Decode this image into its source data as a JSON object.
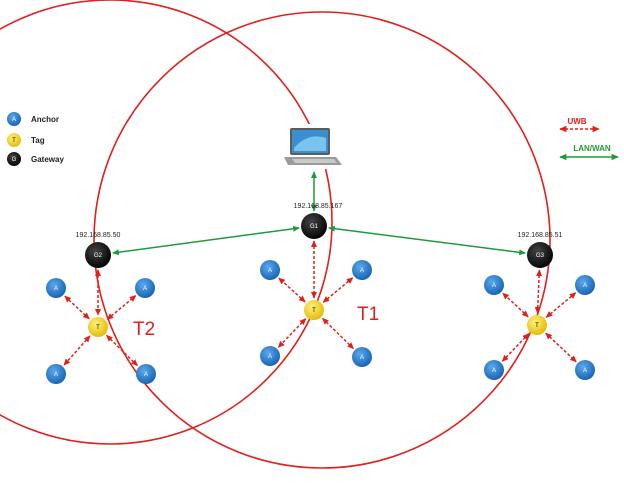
{
  "colors": {
    "range_circle": "#e0201c",
    "uwb_link": "#e0201c",
    "lan_link": "#1f9a3a",
    "anchor_fill": "#1f78c8",
    "tag_fill": "#f5d000",
    "gateway_fill": "#000000"
  },
  "legend": {
    "anchor": {
      "symbol": "A",
      "label": "Anchor"
    },
    "tag": {
      "symbol": "T",
      "label": "Tag"
    },
    "gateway": {
      "symbol": "G",
      "label": "Gateway"
    }
  },
  "link_key": {
    "uwb": "UWB",
    "lan": "LAN/WAN"
  },
  "icons": {
    "computer": "laptop-icon"
  },
  "gateways": [
    {
      "id": "g1",
      "label": "G1",
      "ip": "192.168.85.167"
    },
    {
      "id": "g2",
      "label": "G2",
      "ip": "192.168.85.50"
    },
    {
      "id": "g3",
      "label": "G3",
      "ip": "192.168.85.51"
    }
  ],
  "tags": [
    {
      "id": "t1",
      "symbol": "T",
      "caption": "T1"
    },
    {
      "id": "t2",
      "symbol": "T",
      "caption": "T2"
    },
    {
      "id": "t3",
      "symbol": "T",
      "caption": ""
    }
  ],
  "anchor_symbol": "A"
}
